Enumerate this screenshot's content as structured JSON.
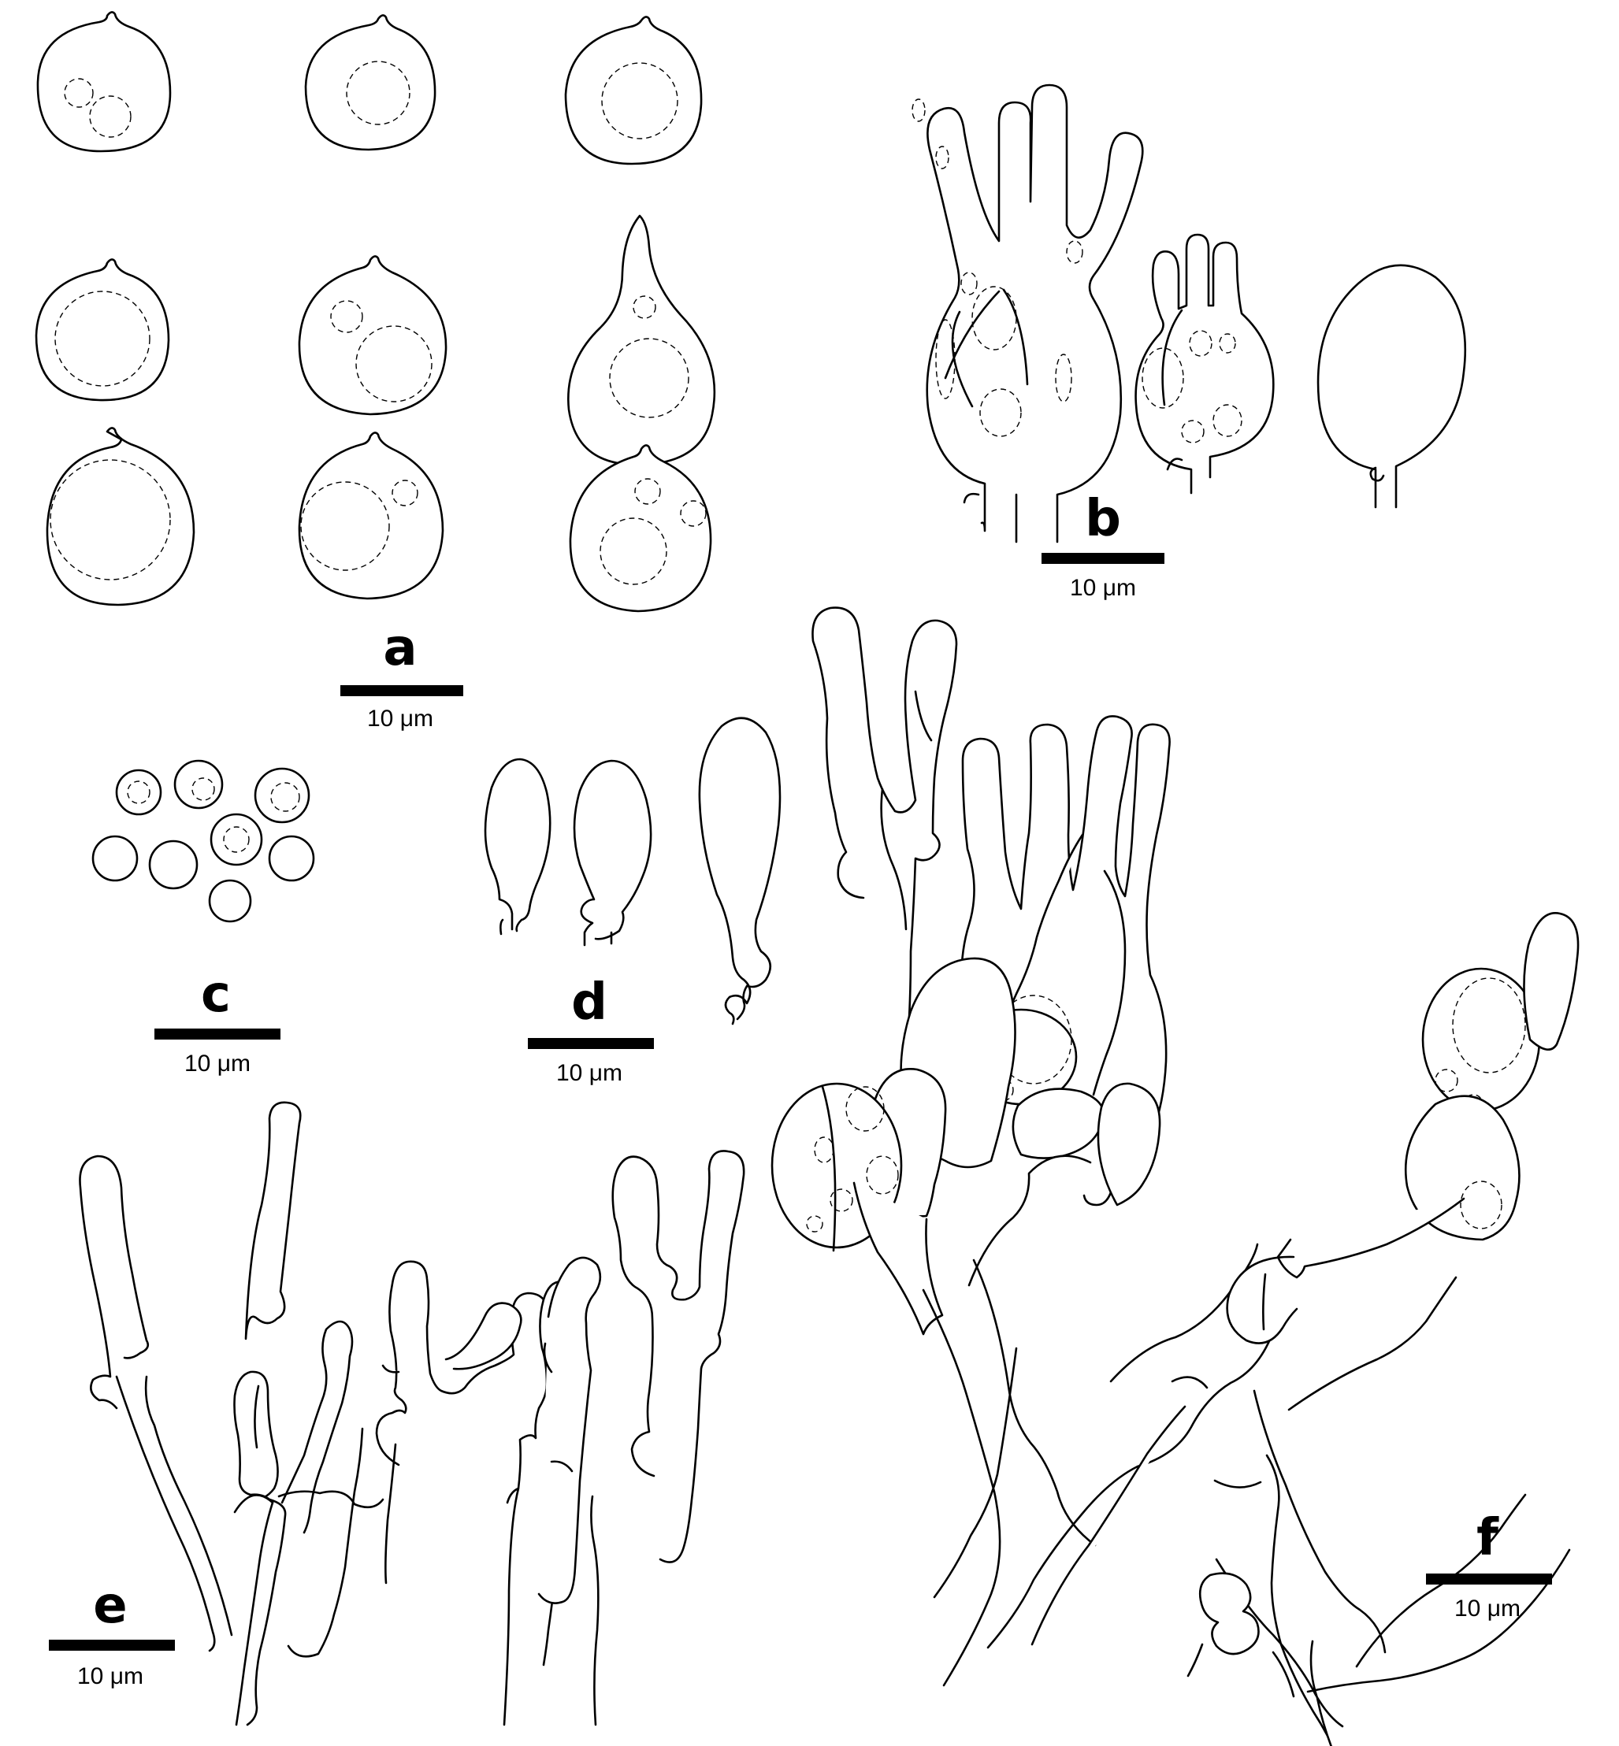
{
  "panels": {
    "a": {
      "label": "a",
      "scale_text": "10 μm"
    },
    "b": {
      "label": "b",
      "scale_text": "10 μm"
    },
    "c": {
      "label": "c",
      "scale_text": "10 μm"
    },
    "d": {
      "label": "d",
      "scale_text": "10 μm"
    },
    "e": {
      "label": "e",
      "scale_text": "10 μm"
    },
    "f": {
      "label": "f",
      "scale_text": "10 μm"
    }
  }
}
